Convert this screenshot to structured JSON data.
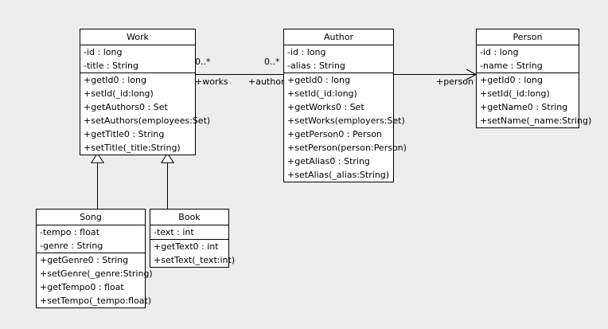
{
  "diagram": {
    "type": "uml-class-diagram",
    "background_color": "#ededed",
    "box_fill": "#ffffff",
    "line_color": "#000000"
  },
  "classes": {
    "work": {
      "name": "Work",
      "attributes": [
        "-id : long",
        "-title : String"
      ],
      "operations": [
        "+getId0 : long",
        "+setId(_id:long)",
        "+getAuthors0 : Set",
        "+setAuthors(employees:Set)",
        "+getTitle0 : String",
        "+setTitle(_title:String)"
      ]
    },
    "author": {
      "name": "Author",
      "attributes": [
        "-id : long",
        "-alias : String"
      ],
      "operations": [
        "+getId0 : long",
        "+setId(_id:long)",
        "+getWorks0 : Set",
        "+setWorks(employers:Set)",
        "+getPerson0 : Person",
        "+setPerson(person:Person)",
        "+getAlias0 : String",
        "+setAlias(_alias:String)"
      ]
    },
    "person": {
      "name": "Person",
      "attributes": [
        "-id : long",
        "-name : String"
      ],
      "operations": [
        "+getId0 : long",
        "+setId(_id:long)",
        "+getName0 : String",
        "+setName(_name:String)"
      ]
    },
    "song": {
      "name": "Song",
      "attributes": [
        "-tempo : float",
        "-genre : String"
      ],
      "operations": [
        "+getGenre0 : String",
        "+setGenre(_genre:String)",
        "+getTempo0 : float",
        "+setTempo(_tempo:float)"
      ]
    },
    "book": {
      "name": "Book",
      "attributes": [
        "-text : int"
      ],
      "operations": [
        "+getText0 : int",
        "+setText(_text:int)"
      ]
    }
  },
  "relationships": {
    "work_author": {
      "kind": "association",
      "source_multiplicity": "0..*",
      "target_multiplicity": "0..*",
      "source_role": "+works",
      "target_role": "+authors"
    },
    "author_person": {
      "kind": "directed-association",
      "target_role": "+person"
    },
    "song_work": {
      "kind": "generalization"
    },
    "book_work": {
      "kind": "generalization"
    }
  }
}
